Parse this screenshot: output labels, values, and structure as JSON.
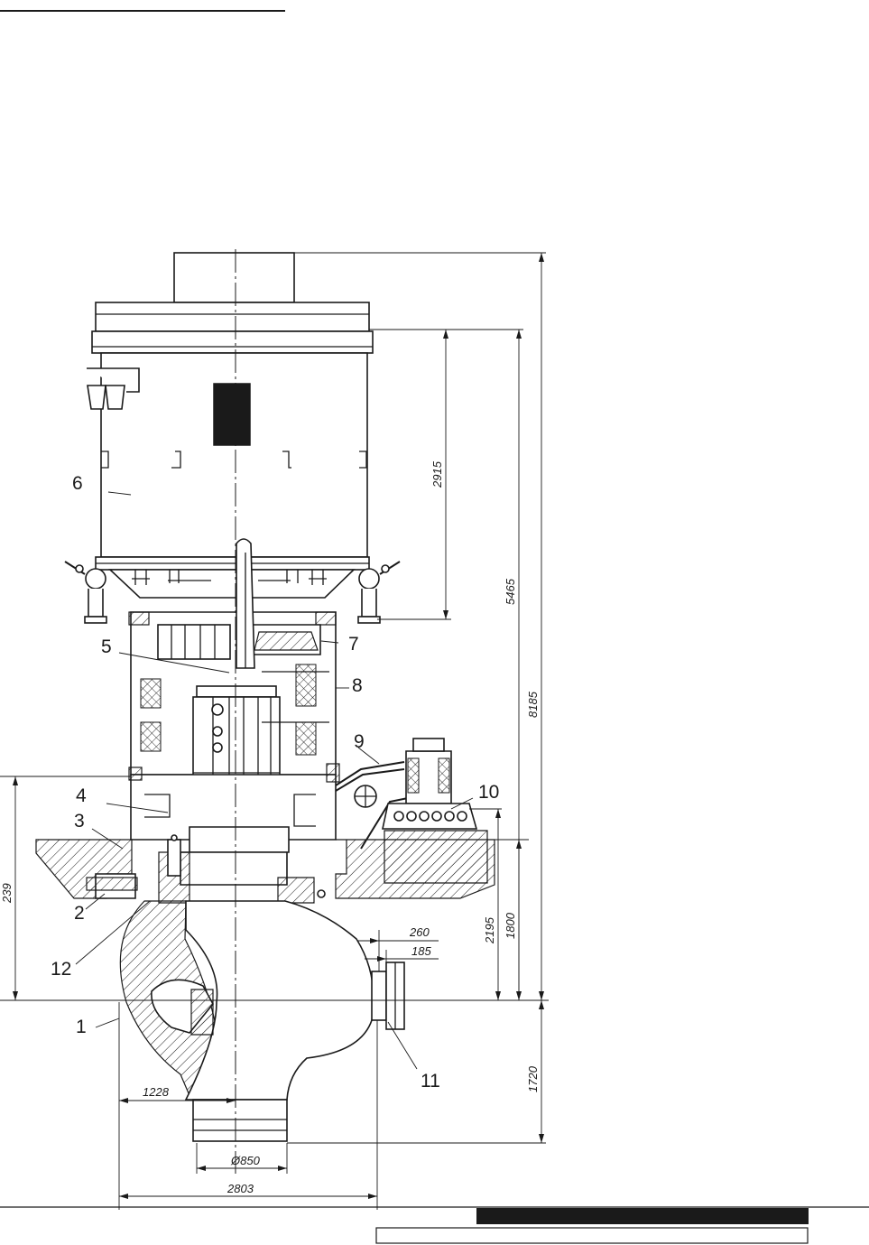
{
  "callouts": [
    "1",
    "2",
    "3",
    "4",
    "5",
    "6",
    "7",
    "8",
    "9",
    "10",
    "11",
    "12"
  ],
  "dimensions": {
    "d2915": "2915",
    "d5465": "5465",
    "d8185": "8185",
    "d2195": "2195",
    "d1800": "1800",
    "d1720": "1720",
    "d239": "239",
    "d260": "260",
    "d185": "185",
    "d1228": "1228",
    "d850": "Ø850",
    "d2803": "2803"
  },
  "colors": {
    "ink": "#1a1a1a",
    "paper": "#ffffff"
  }
}
